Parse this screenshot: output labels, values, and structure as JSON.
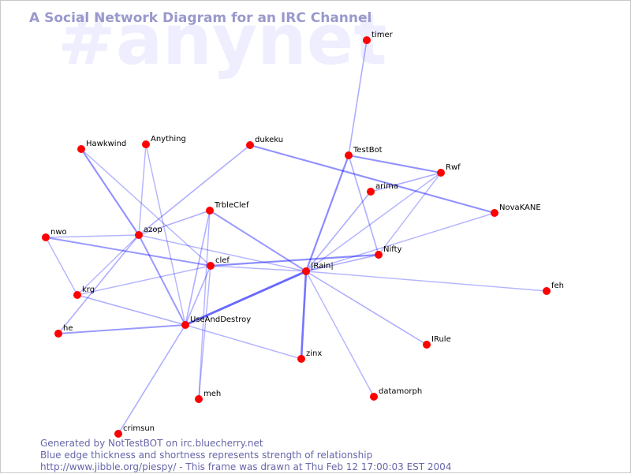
{
  "channel_watermark": "#anynet",
  "title": "A Social Network Diagram for an IRC Channel",
  "colors": {
    "node": "#ff0000",
    "edge": "#0000ff",
    "title": "#9999cc",
    "watermark": "#eeeeff",
    "footer": "#6666aa"
  },
  "nodes": [
    {
      "id": "timer",
      "label": "timer"
    },
    {
      "id": "Hawkwind",
      "label": "Hawkwind"
    },
    {
      "id": "Anything",
      "label": "Anything"
    },
    {
      "id": "dukeku",
      "label": "dukeku"
    },
    {
      "id": "TestBot",
      "label": "TestBot"
    },
    {
      "id": "Rwf",
      "label": "Rwf"
    },
    {
      "id": "arima",
      "label": "arima"
    },
    {
      "id": "TrbleClef",
      "label": "TrbleClef"
    },
    {
      "id": "NovaKANE",
      "label": "NovaKANE"
    },
    {
      "id": "nwo",
      "label": "nwo"
    },
    {
      "id": "azop",
      "label": "azop"
    },
    {
      "id": "Nifty",
      "label": "Nifty"
    },
    {
      "id": "clef",
      "label": "clef"
    },
    {
      "id": "IRain",
      "label": "|Rain|"
    },
    {
      "id": "feh",
      "label": "feh"
    },
    {
      "id": "krg",
      "label": "krg"
    },
    {
      "id": "UseAndDestroy",
      "label": "UseAndDestroy"
    },
    {
      "id": "he",
      "label": "he"
    },
    {
      "id": "IRule",
      "label": "IRule"
    },
    {
      "id": "zinx",
      "label": "zinx"
    },
    {
      "id": "datamorph",
      "label": "datamorph"
    },
    {
      "id": "meh",
      "label": "meh"
    },
    {
      "id": "crimsun",
      "label": "crimsun"
    }
  ],
  "edges": [
    {
      "source": "timer",
      "target": "TestBot",
      "strength": 0.3
    },
    {
      "source": "TestBot",
      "target": "Rwf",
      "strength": 0.5
    },
    {
      "source": "TestBot",
      "target": "IRain",
      "strength": 0.55
    },
    {
      "source": "TestBot",
      "target": "Nifty",
      "strength": 0.3
    },
    {
      "source": "Rwf",
      "target": "arima",
      "strength": 0.3
    },
    {
      "source": "Rwf",
      "target": "IRain",
      "strength": 0.25
    },
    {
      "source": "Rwf",
      "target": "Nifty",
      "strength": 0.25
    },
    {
      "source": "dukeku",
      "target": "NovaKANE",
      "strength": 0.5
    },
    {
      "source": "dukeku",
      "target": "azop",
      "strength": 0.3
    },
    {
      "source": "arima",
      "target": "IRain",
      "strength": 0.3
    },
    {
      "source": "NovaKANE",
      "target": "IRain",
      "strength": 0.25
    },
    {
      "source": "Nifty",
      "target": "IRain",
      "strength": 0.3
    },
    {
      "source": "Nifty",
      "target": "clef",
      "strength": 0.55
    },
    {
      "source": "IRain",
      "target": "feh",
      "strength": 0.25
    },
    {
      "source": "IRain",
      "target": "IRule",
      "strength": 0.3
    },
    {
      "source": "IRain",
      "target": "datamorph",
      "strength": 0.25
    },
    {
      "source": "IRain",
      "target": "zinx",
      "strength": 0.7
    },
    {
      "source": "IRain",
      "target": "UseAndDestroy",
      "strength": 0.8
    },
    {
      "source": "IRain",
      "target": "TrbleClef",
      "strength": 0.45
    },
    {
      "source": "IRain",
      "target": "clef",
      "strength": 0.25
    },
    {
      "source": "IRain",
      "target": "azop",
      "strength": 0.25
    },
    {
      "source": "Hawkwind",
      "target": "azop",
      "strength": 0.5
    },
    {
      "source": "Hawkwind",
      "target": "clef",
      "strength": 0.25
    },
    {
      "source": "Anything",
      "target": "azop",
      "strength": 0.25
    },
    {
      "source": "Anything",
      "target": "UseAndDestroy",
      "strength": 0.25
    },
    {
      "source": "TrbleClef",
      "target": "azop",
      "strength": 0.3
    },
    {
      "source": "TrbleClef",
      "target": "UseAndDestroy",
      "strength": 0.3
    },
    {
      "source": "TrbleClef",
      "target": "meh",
      "strength": 0.25
    },
    {
      "source": "nwo",
      "target": "azop",
      "strength": 0.25
    },
    {
      "source": "nwo",
      "target": "clef",
      "strength": 0.45
    },
    {
      "source": "nwo",
      "target": "krg",
      "strength": 0.25
    },
    {
      "source": "azop",
      "target": "krg",
      "strength": 0.25
    },
    {
      "source": "azop",
      "target": "he",
      "strength": 0.3
    },
    {
      "source": "azop",
      "target": "UseAndDestroy",
      "strength": 0.45
    },
    {
      "source": "clef",
      "target": "UseAndDestroy",
      "strength": 0.3
    },
    {
      "source": "clef",
      "target": "meh",
      "strength": 0.25
    },
    {
      "source": "clef",
      "target": "krg",
      "strength": 0.25
    },
    {
      "source": "krg",
      "target": "UseAndDestroy",
      "strength": 0.3
    },
    {
      "source": "he",
      "target": "UseAndDestroy",
      "strength": 0.45
    },
    {
      "source": "UseAndDestroy",
      "target": "zinx",
      "strength": 0.25
    },
    {
      "source": "UseAndDestroy",
      "target": "crimsun",
      "strength": 0.3
    }
  ],
  "footer": {
    "line1": "Generated by NotTestBOT on irc.bluecherry.net",
    "line2": "Blue edge thickness and shortness represents strength of relationship",
    "line3": "http://www.jibble.org/piespy/ - This frame was drawn at Thu Feb 12 17:00:03 EST 2004"
  }
}
